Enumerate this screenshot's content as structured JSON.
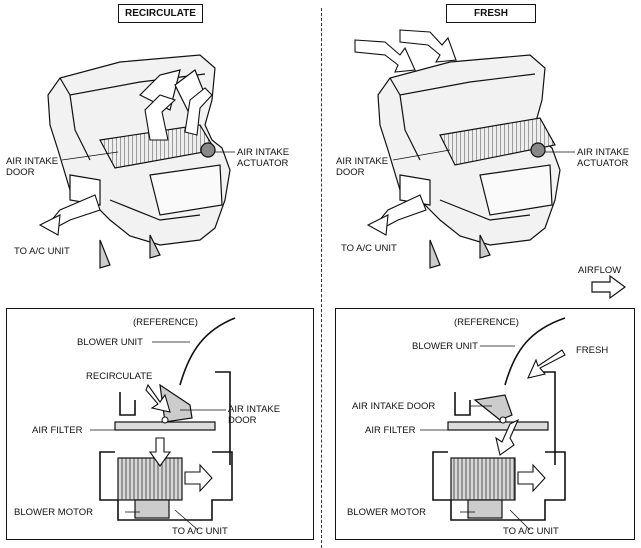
{
  "left_panel": {
    "title": "RECIRCULATE",
    "air_intake_door": "AIR INTAKE\nDOOR",
    "air_intake_actuator": "AIR INTAKE\nACTUATOR",
    "to_ac_unit": "TO A/C UNIT",
    "reference": {
      "title": "(REFERENCE)",
      "blower_unit": "BLOWER UNIT",
      "inlet": "RECIRCULATE",
      "air_intake_door": "AIR INTAKE\nDOOR",
      "air_filter": "AIR FILTER",
      "blower_motor": "BLOWER MOTOR",
      "to_ac_unit": "TO A/C UNIT"
    }
  },
  "right_panel": {
    "title": "FRESH",
    "air_intake_door": "AIR INTAKE\nDOOR",
    "air_intake_actuator": "AIR INTAKE\nACTUATOR",
    "to_ac_unit": "TO A/C UNIT",
    "airflow_legend": "AIRFLOW",
    "reference": {
      "title": "(REFERENCE)",
      "blower_unit": "BLOWER UNIT",
      "inlet": "FRESH",
      "air_intake_door": "AIR INTAKE DOOR",
      "air_filter": "AIR FILTER",
      "blower_motor": "BLOWER MOTOR",
      "to_ac_unit": "TO A/C UNIT"
    }
  }
}
